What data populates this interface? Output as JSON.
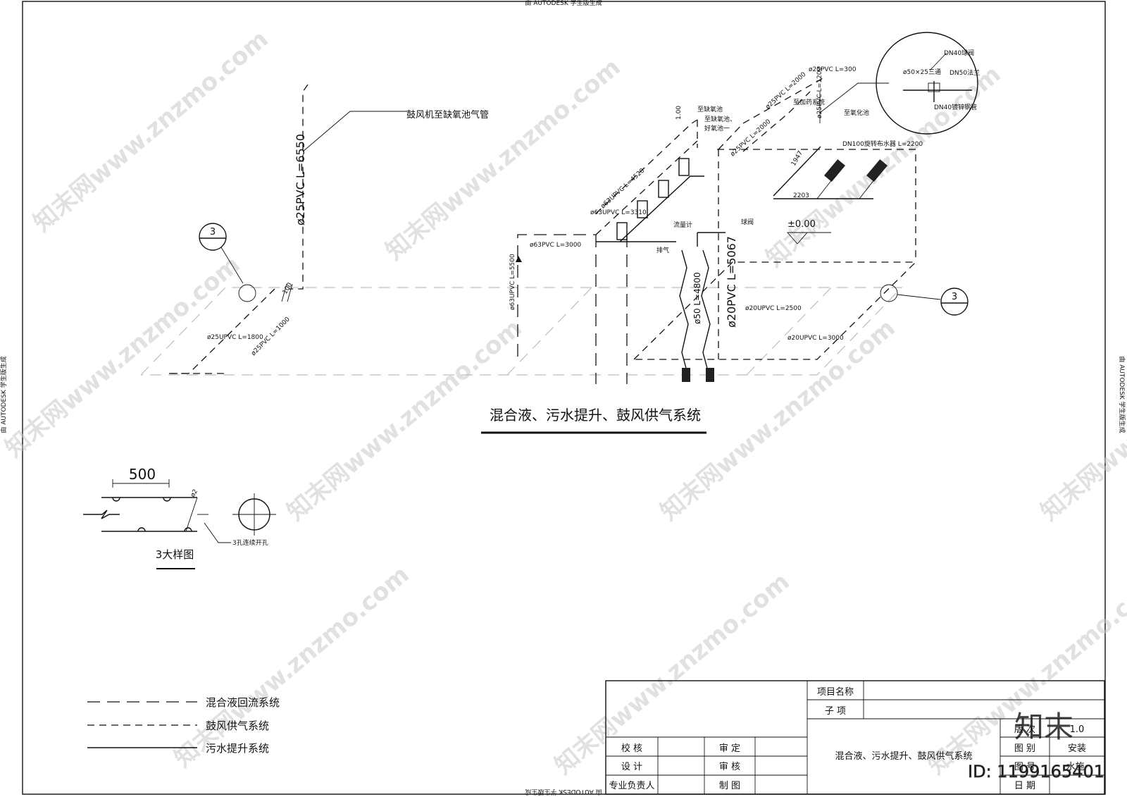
{
  "header": {
    "autodesk_top": "由 AUTODESK 学生版生成",
    "autodesk_left": "由 AUTODESK 学生版生成",
    "autodesk_right": "由 AUTODESK 学生版生成",
    "autodesk_bottom": "由 AUTODESK 学生版生成"
  },
  "diagram": {
    "title": "混合液、污水提升、鼓风供气系统",
    "labels": {
      "blower_to_anoxic": "鼓风机至缺氧池气管",
      "pipe_25pvc_6550": "ø25PVC L=6550",
      "pipe_25upvc_1800": "ø25UPVC L=1800",
      "pipe_25pvc_1000": "ø25PVC L=1000",
      "dim_100": "100",
      "pipe_63upvc_4520": "ø63UPVC L=4520",
      "pipe_63upvc_3310": "ø63UPVC L=3310",
      "pipe_63pvc_3000": "ø63PVC L=3000",
      "pipe_63upvc_5500": "ø63UPVC L=5500",
      "pipe_25pvc_2000a": "ø25PVC L=2000",
      "pipe_25pvc_2000b": "ø25PVC L=2000",
      "pipe_25pvc_300": "ø25PVC L=300",
      "pipe_25pvc_1200": "ø25PVC L=1200",
      "pipe_20pvc_5067": "ø20PVC L=5067",
      "pipe_50_4800": "ø50 L=4800",
      "pipe_20upvc_2500": "ø20UPVC L=2500",
      "pipe_20upvc_3000": "ø20UPVC L=3000",
      "level_000": "±0.00",
      "anoxic_tank": "至缺氧池",
      "anoxic_tank2": "至缺氧池、",
      "aerobic_tank": "好氧池一",
      "to_dosing": "至加药系统",
      "to_oxidation": "至氧化池",
      "rotary_mixer": "DN100旋转布水器 L=2200",
      "dim_1947": "1947",
      "dim_2203": "2203",
      "flowmeter": "流量计",
      "valve": "球阀",
      "vent": "排气",
      "level_100": "1.00",
      "detail_note1": "ø50×25三通",
      "detail_note2": "DN40球阀",
      "detail_note3": "DN50法兰",
      "detail_note4": "DN40镀锌钢管"
    },
    "callouts": [
      {
        "num": "3"
      },
      {
        "num": "3"
      }
    ],
    "detail": {
      "title": "3大样图",
      "dim": "500",
      "hole": "ø2",
      "note": "3孔连续开孔"
    }
  },
  "legend": [
    {
      "label": "混合液回流系统",
      "style": "dashL"
    },
    {
      "label": "鼓风供气系统",
      "style": "dashS"
    },
    {
      "label": "污水提升系统",
      "style": "solid"
    }
  ],
  "titleblock": {
    "project_name": "项目名称",
    "sub_item": "子    项",
    "drawing_title": "混合液、污水提升、鼓风供气系统",
    "check": "校    核",
    "approve": "审    定",
    "design": "设    计",
    "review": "审    核",
    "lead": "专业负责人",
    "draw": "制    图",
    "version": "版    次",
    "version_val": "1.0",
    "category": "图    别",
    "category_val": "安装",
    "drawing_no": "图    号",
    "drawing_no_val": "水施-",
    "date": "日    期",
    "date_val": ""
  },
  "watermark": {
    "site": "知末网www.znzmo.com",
    "logo": "知末",
    "id": "ID: 1199165401"
  }
}
